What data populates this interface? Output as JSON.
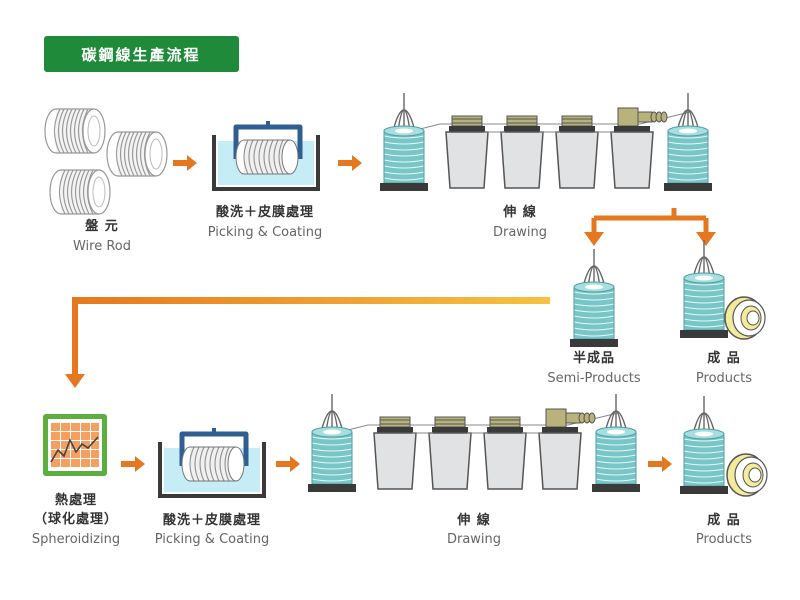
{
  "title": "碳鋼線生產流程",
  "colors": {
    "title_bg": "#1e8a3a",
    "arrow": "#e5781e",
    "arrow_light": "#f5c242",
    "tank": "#2f5e93",
    "liquid": "#c6ecf5",
    "coil": "#78c6c8",
    "drum": "#e1e2e4",
    "machine_base": "#3a3a3a",
    "capstan": "#b8b37a",
    "finished_ring": "#f4ea9b"
  },
  "steps": [
    {
      "id": "wire-rod",
      "zh": "盤 元",
      "en": "Wire Rod",
      "icon": "wire-rod-coils-icon"
    },
    {
      "id": "pickling-1",
      "zh": "酸洗＋皮膜處理",
      "en": "Picking & Coating",
      "icon": "pickling-tank-icon"
    },
    {
      "id": "drawing-1",
      "zh": "伸 線",
      "en": "Drawing",
      "icon": "drawing-machine-icon"
    },
    {
      "id": "semi-products",
      "zh": "半成品",
      "en": "Semi-Products",
      "icon": "coil-spool-icon"
    },
    {
      "id": "products-1",
      "zh": "成 品",
      "en": "Products",
      "icon": "finished-coil-icon"
    },
    {
      "id": "heat-treatment",
      "zh": "熱處理",
      "zh2": "（球化處理）",
      "en": "Spheroidizing",
      "icon": "heat-treatment-chart-icon"
    },
    {
      "id": "pickling-2",
      "zh": "酸洗＋皮膜處理",
      "en": "Picking & Coating",
      "icon": "pickling-tank-icon"
    },
    {
      "id": "drawing-2",
      "zh": "伸 線",
      "en": "Drawing",
      "icon": "drawing-machine-icon"
    },
    {
      "id": "products-2",
      "zh": "成 品",
      "en": "Products",
      "icon": "finished-coil-icon"
    }
  ]
}
